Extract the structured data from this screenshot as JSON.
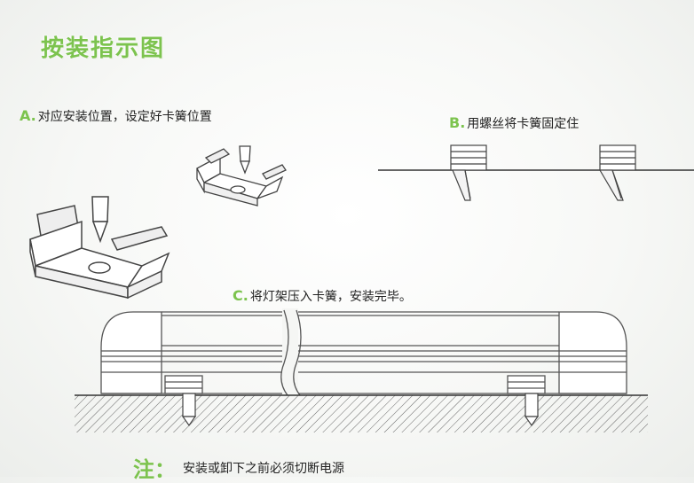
{
  "title": "按装指示图",
  "steps": {
    "a": {
      "letter": "A.",
      "text": "对应安装位置，设定好卡簧位置"
    },
    "b": {
      "letter": "B.",
      "text": "用螺丝将卡簧固定住"
    },
    "c": {
      "letter": "C.",
      "text": "将灯架压入卡簧，安装完毕。"
    }
  },
  "note": {
    "label": "注：",
    "text": "安装或卸下之前必须切断电源"
  },
  "colors": {
    "accent": "#7cc34e",
    "line": "#555555"
  }
}
